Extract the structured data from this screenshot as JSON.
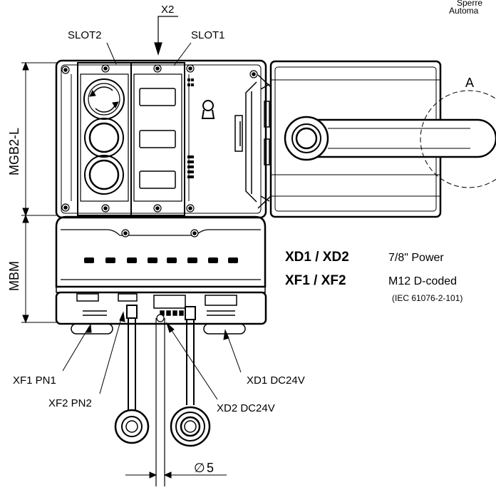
{
  "labels": {
    "x2": "X2",
    "slot2": "SLOT2",
    "slot1": "SLOT1",
    "detail_a": "A",
    "mgb2l": "MGB2-L",
    "mbm": "MBM",
    "corner_line1": "Sperre",
    "corner_line2": "Automa",
    "xf1": "XF1 PN1",
    "xf2": "XF2 PN2",
    "xd1": "XD1 DC24V",
    "xd2": "XD2 DC24V",
    "diameter": "5",
    "diameter_symbol": "∅"
  },
  "legend": [
    {
      "code": "XD1 / XD2",
      "desc": "7/8\" Power",
      "note": ""
    },
    {
      "code": "XF1 / XF2",
      "desc": "M12 D-coded",
      "note": "(IEC 61076-2-101)"
    }
  ]
}
